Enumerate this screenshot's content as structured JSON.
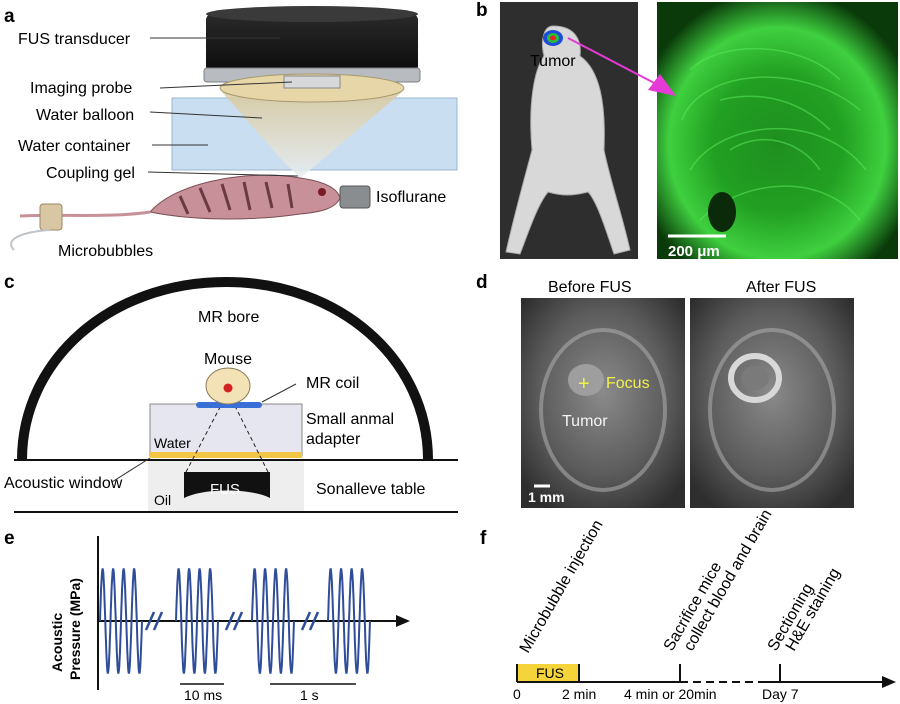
{
  "panels": {
    "a": {
      "letter": "a",
      "labels": {
        "transducer": "FUS transducer",
        "probe": "Imaging probe",
        "balloon": "Water balloon",
        "container": "Water container",
        "gel": "Coupling gel",
        "isoflurane": "Isoflurane",
        "microbubbles": "Microbubbles"
      }
    },
    "b": {
      "letter": "b",
      "tumor": "Tumor",
      "scalebar": "200 μm"
    },
    "c": {
      "letter": "c",
      "labels": {
        "bore": "MR bore",
        "mouse": "Mouse",
        "coil": "MR coil",
        "adapter_line1": "Small anmal",
        "adapter_line2": "adapter",
        "water": "Water",
        "window": "Acoustic window",
        "fus": "FUS",
        "oil": "Oil",
        "table": "Sonalleve table"
      }
    },
    "d": {
      "letter": "d",
      "before": "Before FUS",
      "after": "After FUS",
      "focus": "Focus",
      "tumor": "Tumor",
      "scalebar": "1 mm"
    },
    "e": {
      "letter": "e",
      "ylabel_line1": "Acoustic",
      "ylabel_line2": "Pressure (MPa)",
      "scale1": "10 ms",
      "scale2": "1 s"
    },
    "f": {
      "letter": "f",
      "fus": "FUS",
      "ticks": [
        "0",
        "2 min",
        "4 min or 20min",
        "Day 7"
      ],
      "events": {
        "injection": "Microbubble injection",
        "sacrifice_line1": "Sacrifice mice",
        "sacrifice_line2": "collect blood and brain",
        "sectioning_line1": "Sectioning",
        "sectioning_line2": "H&E staining"
      }
    }
  },
  "colors": {
    "wave": "#2f4d99",
    "arrow_magenta": "#e53ad6",
    "fus_yellow": "#f5d33a",
    "coil_blue": "#3b6fd8",
    "focus_yellow": "#f2f04a",
    "fluorescence_green": "#2fbf2f"
  }
}
